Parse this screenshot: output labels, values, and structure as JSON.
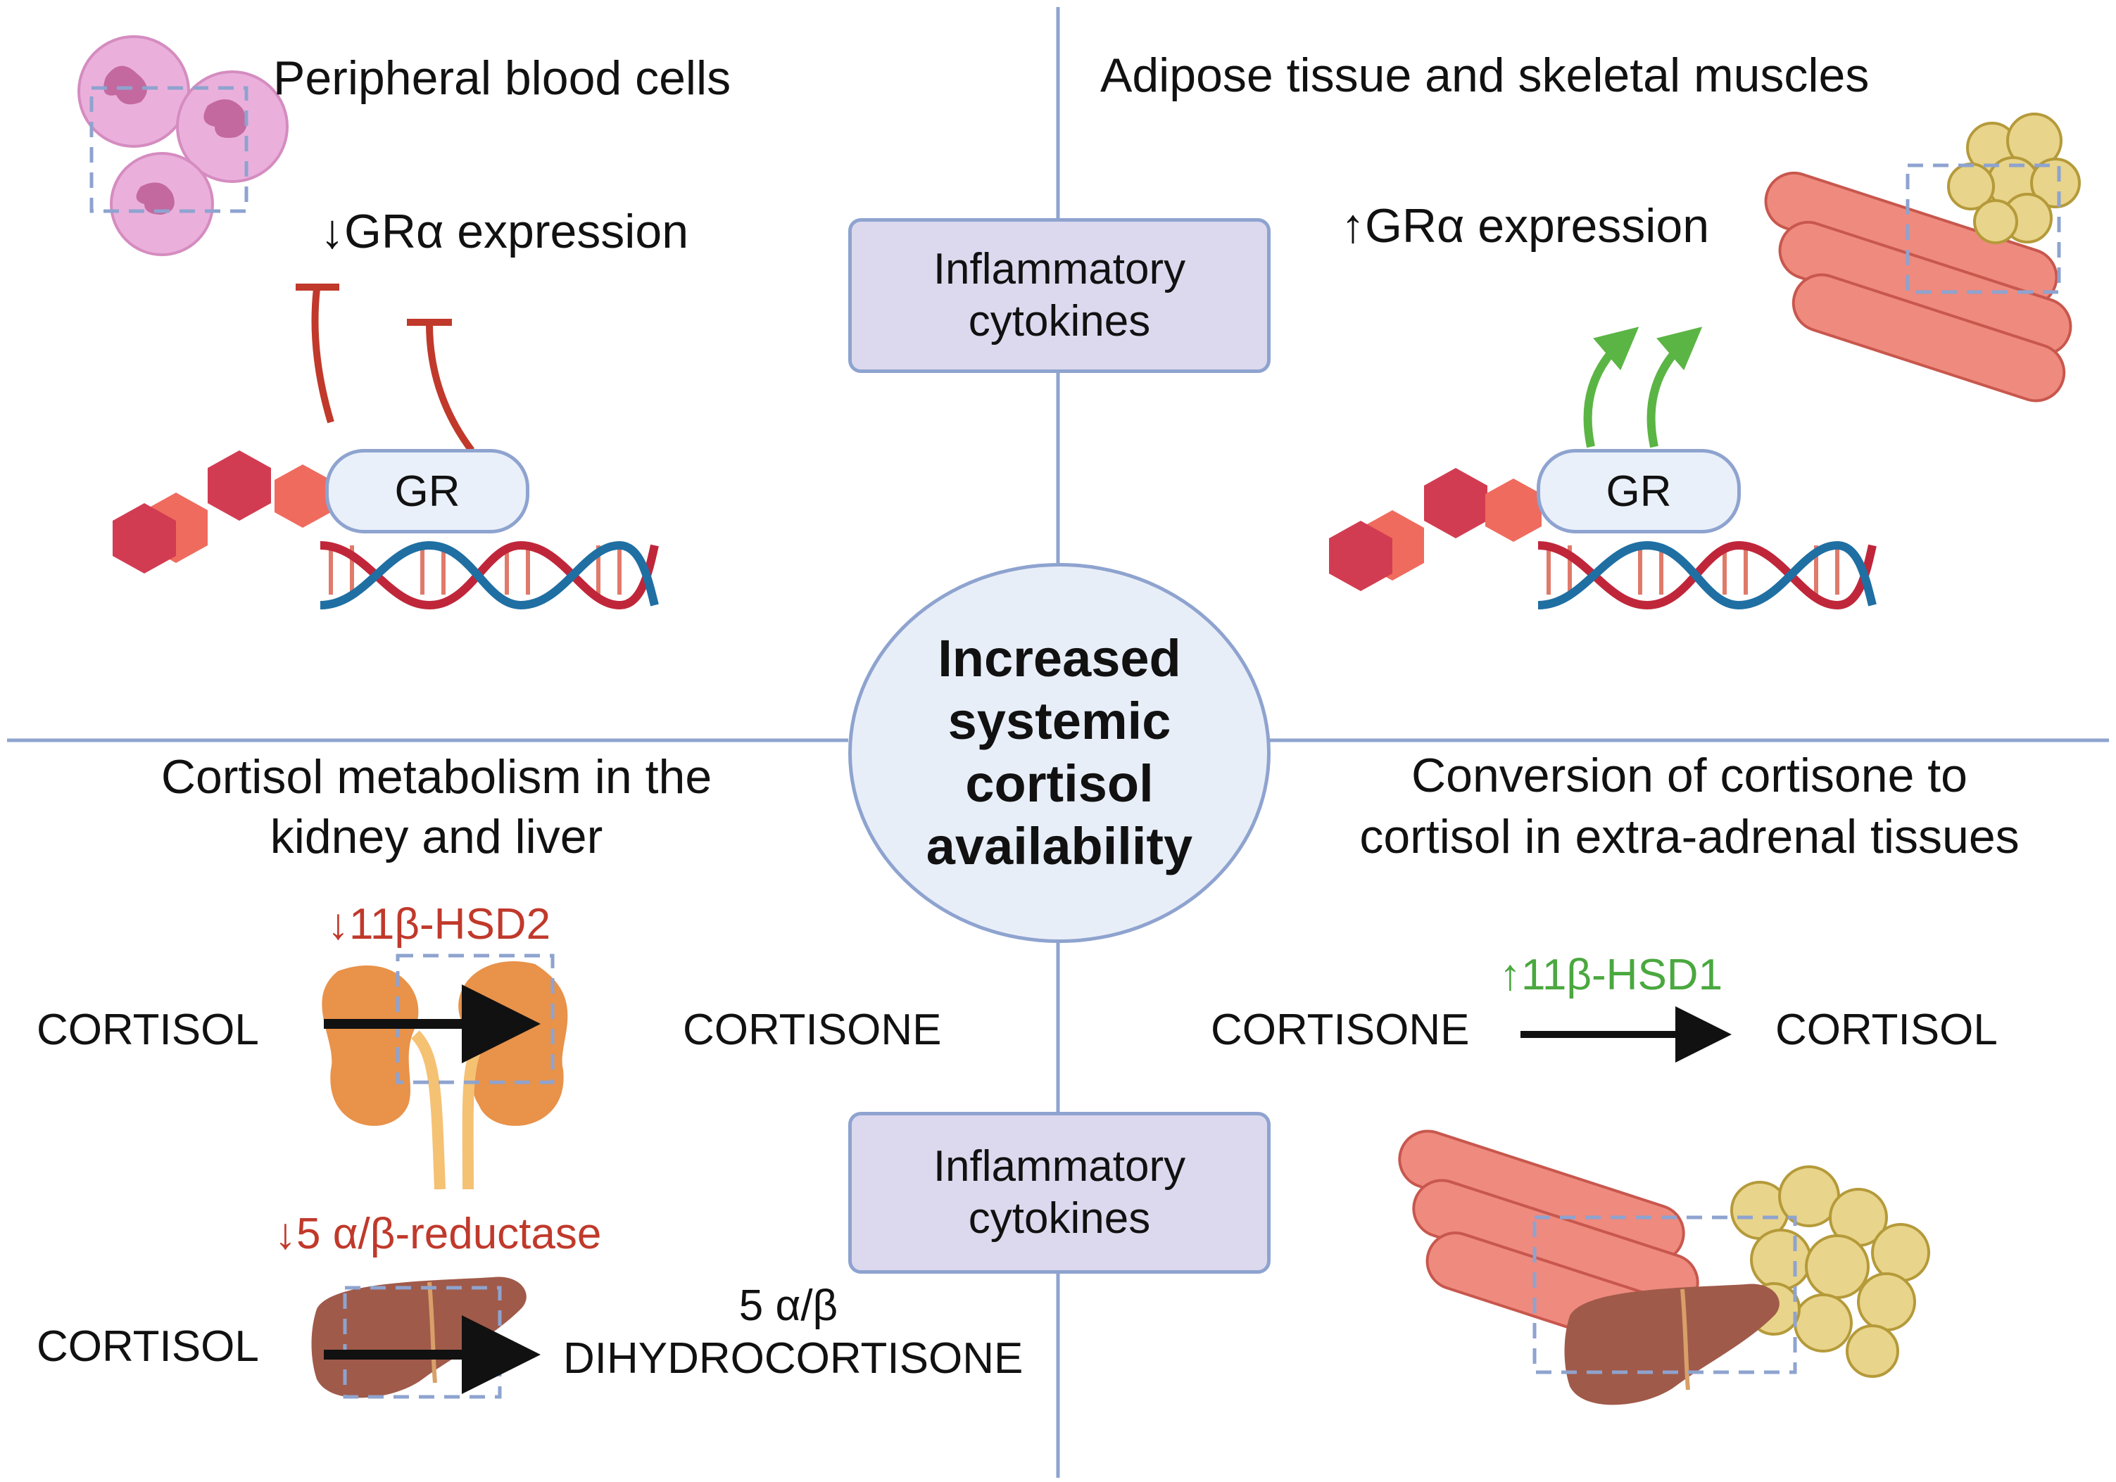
{
  "quadrants": {
    "top_left": {
      "title": "Peripheral blood cells",
      "expression": "↓GRα expression",
      "receptor": "GR"
    },
    "top_right": {
      "title": "Adipose tissue and skeletal muscles",
      "expression": "↑GRα expression",
      "receptor": "GR"
    },
    "bottom_left": {
      "title_line1": "Cortisol metabolism in the",
      "title_line2": "kidney and liver",
      "kidney_enzyme": "↓11β-HSD2",
      "kidney_from": "CORTISOL",
      "kidney_to": "CORTISONE",
      "liver_enzyme": "↓5 α/β-reductase",
      "liver_from": "CORTISOL",
      "liver_to_line1": "5 α/β",
      "liver_to_line2": "DIHYDROCORTISONE"
    },
    "bottom_right": {
      "title_line1": "Conversion of cortisone to",
      "title_line2": "cortisol in extra-adrenal tissues",
      "enzyme": "↑11β-HSD1",
      "from": "CORTISONE",
      "to": "CORTISOL"
    }
  },
  "center": {
    "line1": "Increased",
    "line2": "systemic",
    "line3": "cortisol",
    "line4": "availability"
  },
  "cytokine_boxes": {
    "top_line1": "Inflammatory",
    "top_line2": "cytokines",
    "bottom_line1": "Inflammatory",
    "bottom_line2": "cytokines"
  },
  "colors": {
    "divider": "#8ea3cf",
    "inhibit": "#c0392b",
    "activate": "#5bb544",
    "hexagon_dark": "#d23c52",
    "hexagon_light": "#ef6b5e",
    "kidney": "#e8924a",
    "liver": "#a05a4a",
    "muscle": "#ef8a7e",
    "fat": "#e8d48a",
    "blood_cell": "#e9a9d6"
  }
}
